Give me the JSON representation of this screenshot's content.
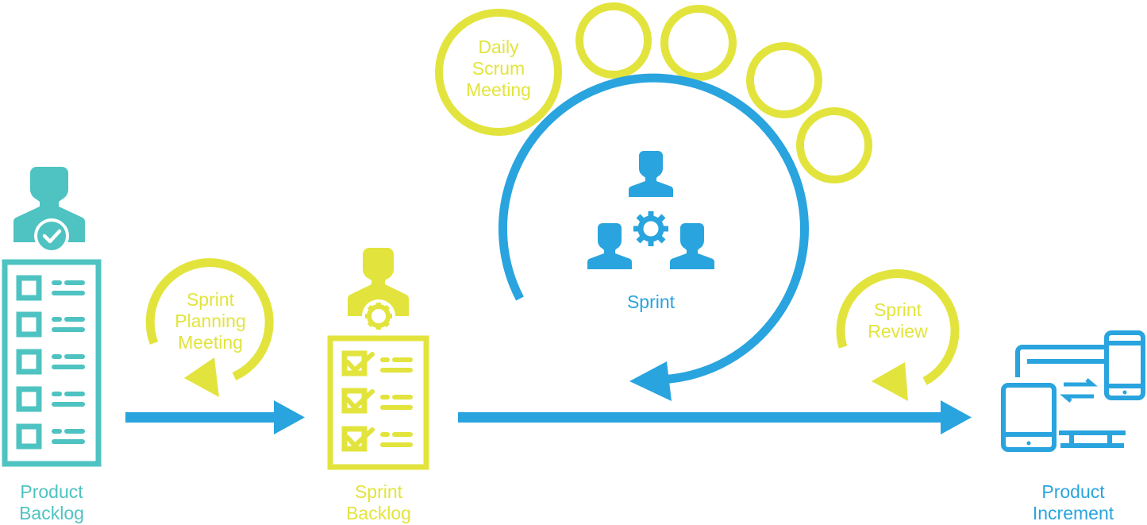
{
  "colors": {
    "teal": "#4ec3c1",
    "yellow": "#e2e43d",
    "blue": "#29a4de"
  },
  "nodes": {
    "product_backlog": {
      "line1": "Product",
      "line2": "Backlog",
      "icon": "product-owner-checklist-icon"
    },
    "sprint_planning": {
      "line1": "Sprint",
      "line2": "Planning",
      "line3": "Meeting",
      "icon": "cycle-arrow-icon"
    },
    "sprint_backlog": {
      "line1": "Sprint",
      "line2": "Backlog",
      "icon": "team-checklist-icon"
    },
    "daily_scrum": {
      "line1": "Daily",
      "line2": "Scrum",
      "line3": "Meeting",
      "icon": "circle-icon"
    },
    "sprint": {
      "label": "Sprint",
      "icon": "team-gear-icon"
    },
    "sprint_review": {
      "line1": "Sprint",
      "line2": "Review",
      "icon": "cycle-arrow-icon"
    },
    "product_increment": {
      "line1": "Product",
      "line2": "Increment",
      "icon": "devices-sync-icon"
    }
  }
}
